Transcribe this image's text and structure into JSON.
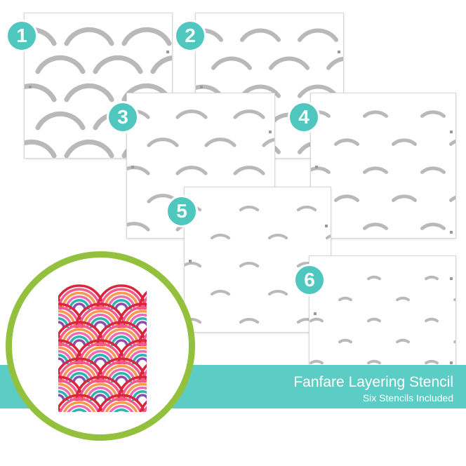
{
  "product": {
    "title": "Fanfare Layering Stencil",
    "subtitle": "Six Stencils Included"
  },
  "stencils": [
    {
      "number": "1"
    },
    {
      "number": "2"
    },
    {
      "number": "3"
    },
    {
      "number": "4"
    },
    {
      "number": "5"
    },
    {
      "number": "6"
    }
  ],
  "colors": {
    "badge": "#4fc6be",
    "band": "#5ccdc4",
    "circle_ring": "#93c13e",
    "arc": "#b9b9b9",
    "rainbow": [
      "#d7263d",
      "#f45b8c",
      "#f79a4e",
      "#f06bb3",
      "#2fb3b0",
      "#8e4cb3"
    ]
  }
}
